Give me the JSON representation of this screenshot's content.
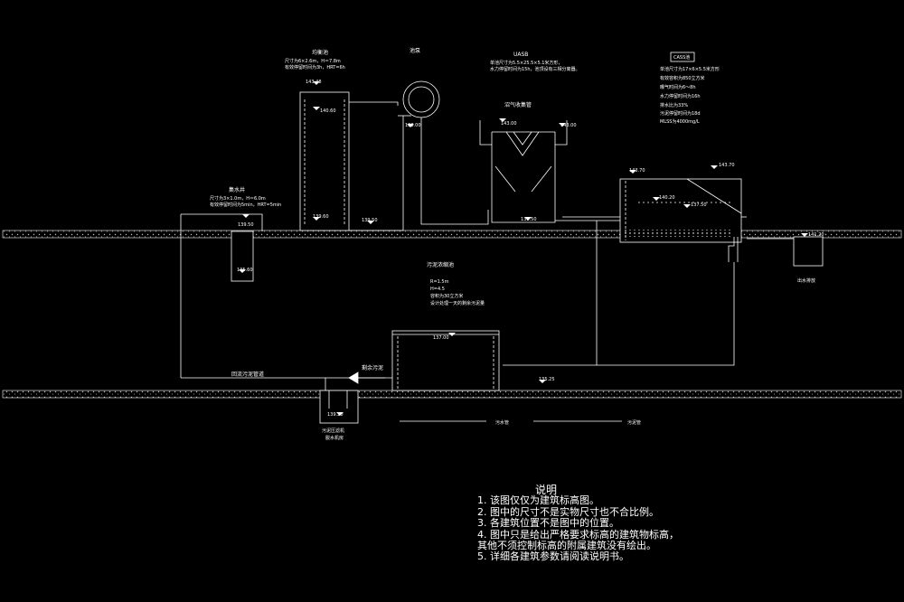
{
  "labels": {
    "equalization_tank": "均衡池",
    "eq_size": "尺寸为6×2.6m，H＝7.8m",
    "eq_hrt": "有效停留时间为3h，HRT=6h",
    "pump": "池泵",
    "uasb": "UASB",
    "uasb_line1": "单池尺寸为5.5×25.5×5.1米方形，",
    "uasb_line2": "水力停留时间为15h，池顶设有三相分离器。",
    "gas_pipe": "沼气收集管",
    "sbr_box": "CASS池",
    "sbr_line1": "单池尺寸为17×6×5.5米方形",
    "sbr_line2": "有效容积为850立方米",
    "sbr_line3": "曝气时间为6～8h",
    "sbr_line4": "水力停留时间为16h",
    "sbr_line5": "排水比为33%",
    "sbr_line6": "污泥停留时间为18d",
    "sbr_line7": "MLSS为4000mg/L",
    "collection_well": "集水井",
    "cw_size": "尺寸为3×1.0m，H＝6.0m",
    "cw_hrt": "有效停留时间为5min，HRT=5min",
    "sludge_tank": "污泥浓缩池",
    "st_r": "R=1.5m",
    "st_h": "H=4.5",
    "st_line3": "容积为30立方米",
    "st_line4": "设计处理一天的剩余污泥量",
    "sludge_return": "回流污泥管道",
    "sludge_out": "剩余污泥",
    "dewater_room_1": "污泥压滤机",
    "dewater_room_2": "脱水机房",
    "outflow": "出水排放",
    "legend_sewage": "污水管",
    "legend_sludge": "污泥管"
  },
  "elevations": {
    "e1": "143.48",
    "e2": "140.60",
    "e3": "139.60",
    "e4": "139.50",
    "e5": "135.60",
    "e6": "139.50",
    "e7": "143.00",
    "e8": "143.00",
    "e9": "139.50",
    "e10": "143.70",
    "e11": "143.70",
    "e12": "140.20",
    "e13": "137.00",
    "e14": "135.25",
    "e15": "138.00",
    "e16": "141.20",
    "e17": "139.20",
    "e18": "137.50"
  },
  "notes": {
    "title": "说明",
    "n1": "1. 该图仅仅为建筑标高图。",
    "n2": "2. 图中的尺寸不是实物尺寸也不合比例。",
    "n3": "3. 各建筑位置不是图中的位置。",
    "n4": "4. 图中只是给出严格要求标高的建筑物标高，",
    "n5": "其他不须控制标高的附属建筑没有绘出。",
    "n6": "5. 详细各建筑参数请阅读说明书。"
  }
}
